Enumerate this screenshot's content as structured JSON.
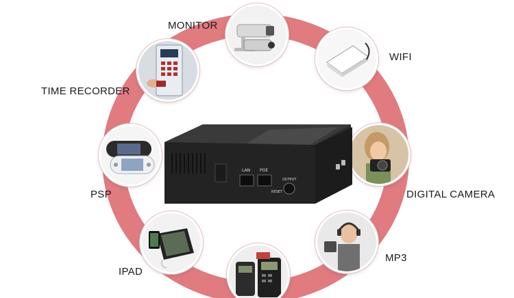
{
  "labels": {
    "monitor": "MONITOR",
    "wifi": "WIFI",
    "time_recorder": "TIME RECORDER",
    "digital_camera": "DIGITAL CAMERA",
    "psp": "PSP",
    "mp3": "MP3",
    "ipad": "IPAD"
  },
  "device": {
    "port_lan": "LAN",
    "port_poe": "POE",
    "port_output": "OUTPUT",
    "port_reset": "RESET"
  },
  "colors": {
    "ring": "#e07b80",
    "ring_inner": "#ffffff",
    "device_body": "#2c2c2c"
  },
  "icons": [
    "cctv-camera-icon",
    "wifi-router-icon",
    "time-recorder-icon",
    "camera-woman-icon",
    "psp-console-icon",
    "headphones-man-icon",
    "tablet-phone-icon",
    "pos-terminal-icon"
  ]
}
